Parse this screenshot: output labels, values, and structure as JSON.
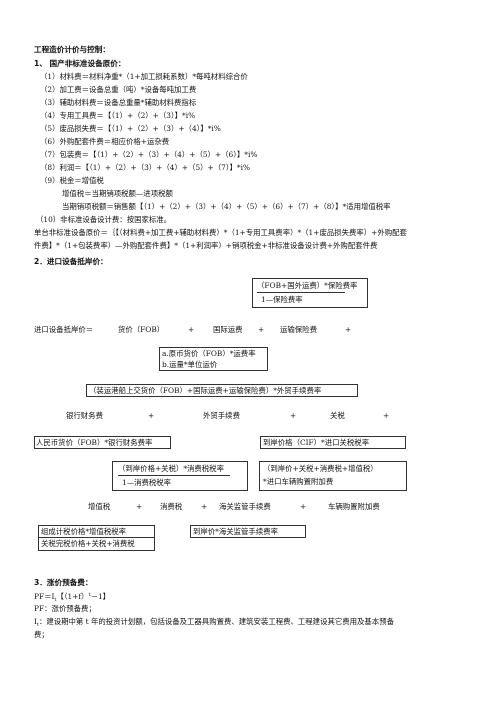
{
  "section1": {
    "title": "工程造价计价与控制：",
    "heading": "1、  国产非标准设备原价：",
    "items": [
      "（1）材料费＝材料净重*（1+加工损耗系数）*每吨材料综合价",
      "（2）加工费＝设备总重（吨）*设备每吨加工费",
      "（3）辅助材料费＝设备总重量*辅助材料费指标",
      "（4）专用工具费＝【（1）+（2）+（3）】*i%",
      "（5）废品损失费＝【（1）+（2）+（3）+（4）】*i%",
      "（6）外购配套件费＝相应价格+运杂费",
      "（7）包装费＝【（1）+（2）+（3）+（4）+（5）+（6）】*i%",
      "（8）利润＝【（1）+（2）+（3）+（4）+（5）+（7）】*i%",
      "（9）税金＝增值税",
      "增值税＝当期销项税额—进项税额",
      "当期销项税额＝销售额【（1）+（2）+（3）+（4）+（5）+（6）+（7）+（8）】*适用增值税率",
      "（10）非标准设备设计费：按国家标准。"
    ],
    "formula_lines": [
      "单台非标准设备原价＝｛【（材料费+加工费+辅助材料费）*（1+专用工具费率）*（1+废品损失费率）+外购配套",
      "件费】*（1+包装费率）—外购配套件费】*（1+利润率）+销项税金+非标准设备设计费+外购配套件费"
    ]
  },
  "section2": {
    "heading": "2．进口设备抵岸价：",
    "ins_box": [
      "（FOB+国外运费）*保险费率",
      "1—保险费率"
    ],
    "row1": [
      "进口设备抵岸价＝",
      "货价（FOB）",
      "+",
      "国际运费",
      "+",
      "运输保险费",
      "+"
    ],
    "freight_box": [
      "a.原币货价（FOB）*运费率",
      "b.运量*单位运价"
    ],
    "trade_box": "（装运港船上交货价（FOB）+国际运费+运输保险费）*外贸手续费率",
    "row2": [
      "银行财务费",
      "+",
      "外贸手续费",
      "+",
      "关税",
      "+"
    ],
    "bank_box": "人民币货价（FOB）*银行财务费率",
    "tariff_box": "到岸价格（CIF）*进口关税税率",
    "consumption_box": [
      "（到岸价格+关税）*消费税税率",
      "1—消费税税率"
    ],
    "surcharge_box": [
      "（到岸价+关税+消费税+增值税）",
      "*进口车辆购置附加费"
    ],
    "row3": [
      "增值税",
      "+",
      "消费税",
      "+",
      "海关监管手续费",
      "+",
      "车辆购置附加费"
    ],
    "vat_box": [
      "组成计税价格*增值税税率",
      "关税完税价格+关税+消费税"
    ],
    "customs_box": "到岸价*海关监管手续费率"
  },
  "section3": {
    "heading": "3．涨价预备费：",
    "formula": "PF＝I",
    "formula_rest": "【（1+f）",
    "formula_exp": "t",
    "formula_end": "－1】",
    "items": [
      "PF：涨价预备费；",
      "I",
      "t",
      "：建设期中第 t 年的投资计划额，包括设备及工器具购置费、建筑安装工程费、工程建设其它费用及基本预备",
      "费；"
    ]
  }
}
